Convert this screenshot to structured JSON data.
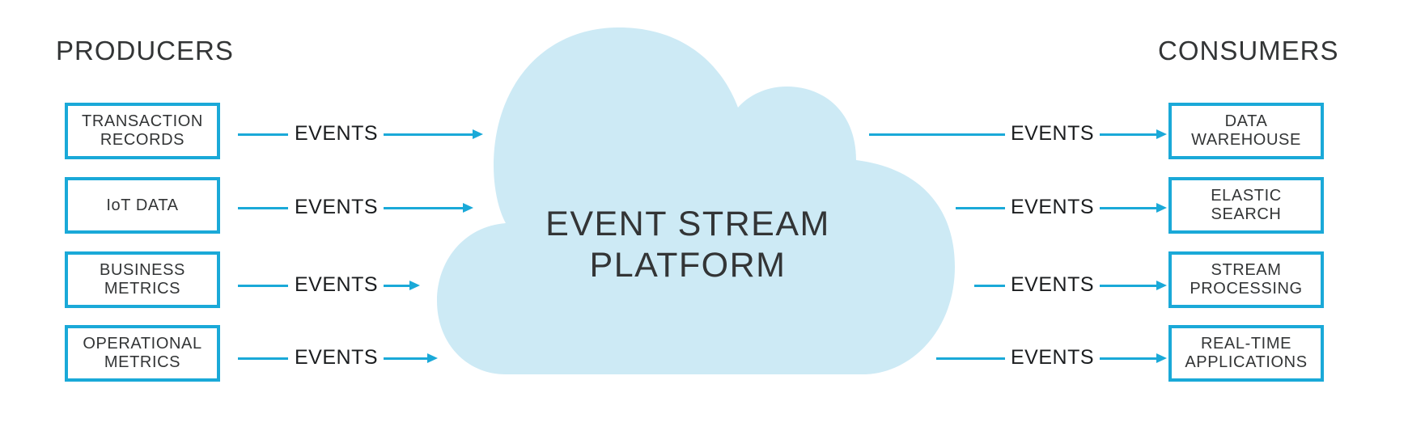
{
  "producers_title": "PRODUCERS",
  "consumers_title": "CONSUMERS",
  "platform_label": "EVENT STREAM PLATFORM",
  "edge_label": "EVENTS",
  "producers": [
    {
      "label": "TRANSACTION RECORDS"
    },
    {
      "label": "IoT DATA"
    },
    {
      "label": "BUSINESS METRICS"
    },
    {
      "label": "OPERATIONAL METRICS"
    }
  ],
  "consumers": [
    {
      "label": "DATA WAREHOUSE"
    },
    {
      "label": "ELASTIC SEARCH"
    },
    {
      "label": "STREAM PROCESSING"
    },
    {
      "label": "REAL-TIME APPLICATIONS"
    }
  ],
  "colors": {
    "accent": "#1aa9d8",
    "cloud": "#cdeaf5",
    "text": "#333536"
  }
}
